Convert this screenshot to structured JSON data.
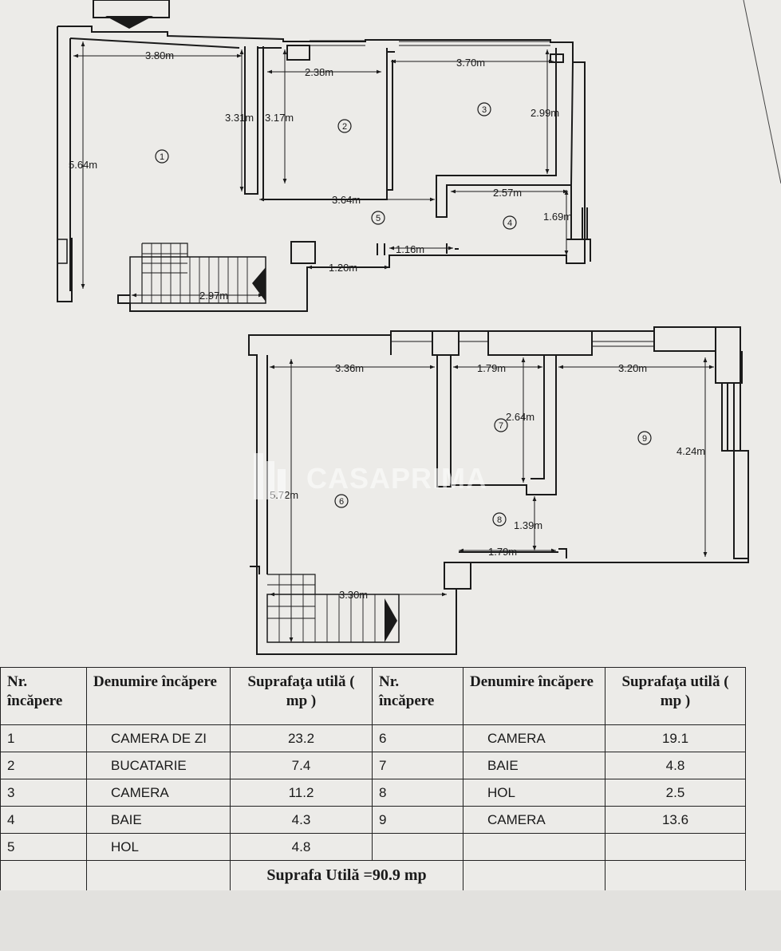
{
  "plan": {
    "watermark": "CASAPRIMA",
    "dimensions": [
      "3.80m",
      "2.38m",
      "3.70m",
      "3.31m",
      "3.17m",
      "2.99m",
      "5.64m",
      "3.64m",
      "2.57m",
      "1.69m",
      "1.16m",
      "1.20m",
      "2.97m",
      "3.36m",
      "1.79m",
      "3.20m",
      "2.64m",
      "4.24m",
      "5.72m",
      "1.39m",
      "1.79m",
      "3.30m"
    ],
    "rooms": [
      "1",
      "2",
      "3",
      "4",
      "5",
      "6",
      "7",
      "8",
      "9"
    ]
  },
  "table": {
    "headers": {
      "nr": "Nr. încăpere",
      "name": "Denumire încăpere",
      "area": "Suprafaţa utilă ( mp )"
    },
    "left_rows": [
      {
        "nr": "1",
        "name": "CAMERA DE ZI",
        "area": "23.2"
      },
      {
        "nr": "2",
        "name": "BUCATARIE",
        "area": "7.4"
      },
      {
        "nr": "3",
        "name": "CAMERA",
        "area": "11.2"
      },
      {
        "nr": "4",
        "name": "BAIE",
        "area": "4.3"
      },
      {
        "nr": "5",
        "name": "HOL",
        "area": "4.8"
      }
    ],
    "right_rows": [
      {
        "nr": "6",
        "name": "CAMERA",
        "area": "19.1"
      },
      {
        "nr": "7",
        "name": "BAIE",
        "area": "4.8"
      },
      {
        "nr": "8",
        "name": "HOL",
        "area": "2.5"
      },
      {
        "nr": "9",
        "name": "CAMERA",
        "area": "13.6"
      }
    ],
    "total": "Suprafa Utilă =90.9 mp"
  }
}
